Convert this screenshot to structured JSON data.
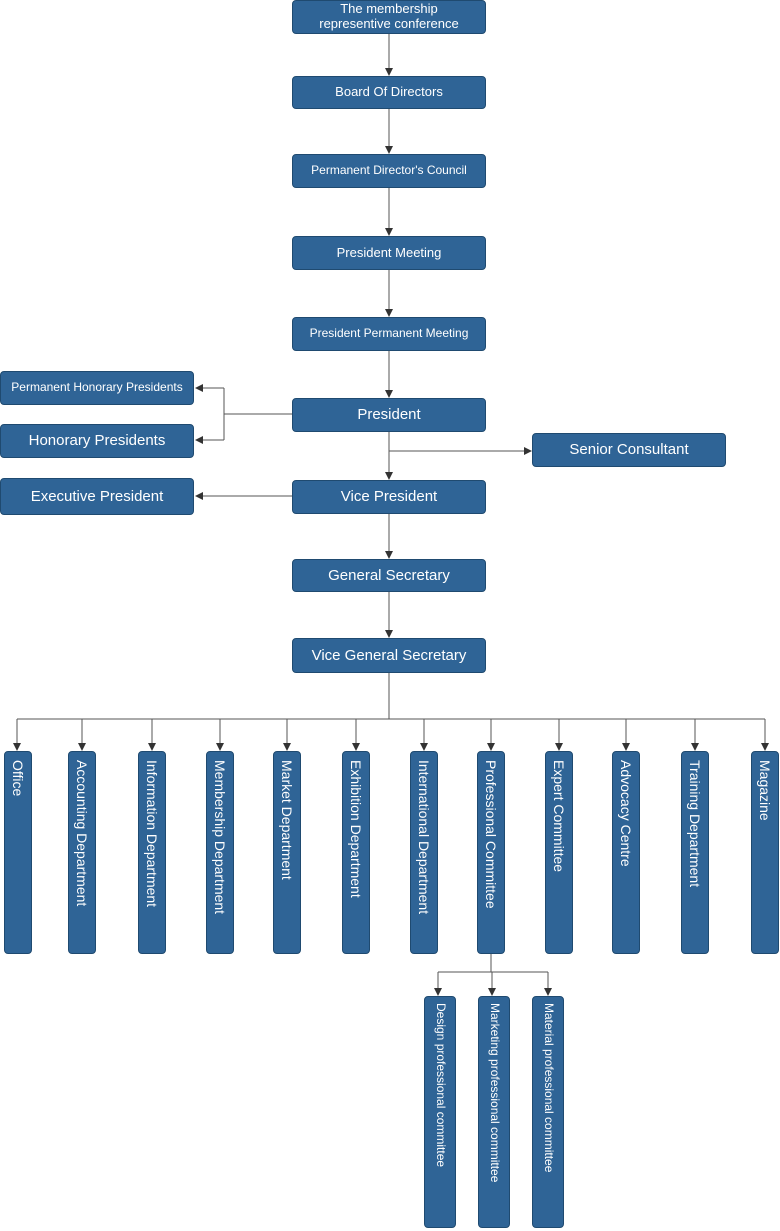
{
  "colors": {
    "box_fill": "#2f6496",
    "box_border": "#1f4a70",
    "text": "#ffffff",
    "connector": "#555555"
  },
  "nodes": {
    "membership_conference": "The  membership\nrepresentive conference",
    "board_of_directors": "Board  Of  Directors",
    "permanent_directors_council": "Permanent Director's Council",
    "president_meeting": "President Meeting",
    "president_permanent_meeting": "President Permanent Meeting",
    "president": "President",
    "permanent_honorary_presidents": "Permanent Honorary Presidents",
    "honorary_presidents": "Honorary Presidents",
    "senior_consultant": "Senior Consultant",
    "vice_president": "Vice President",
    "executive_president": "Executive President",
    "general_secretary": "General Secretary",
    "vice_general_secretary": "Vice General Secretary"
  },
  "departments": [
    "Office",
    "Accounting Department",
    "Information Department",
    "Membership Department",
    "Market  Department",
    "Exhibition Department",
    "International Department",
    "Professional Committee",
    "Expert  Committee",
    "Advocacy Centre",
    "Training  Department",
    "Magazine"
  ],
  "committees": [
    "Design professional committee",
    "Marketing professional committee",
    "Material professional committee"
  ]
}
